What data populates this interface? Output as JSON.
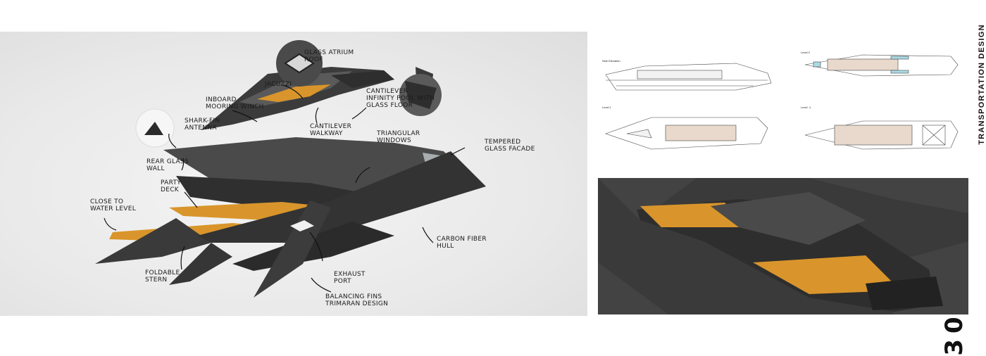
{
  "hero_annotations": {
    "glass_atrium_roof": "Glass Atrium\nRoof",
    "jacuzzi": "Jacuzzi",
    "inboard_mooring_winch": "Inboard\nMooring winch",
    "cantilever_pool": "Cantilever\nInfinity pool with\nGlass Floor",
    "cantilever_walkway": "Cantilever\nWalkway",
    "shark_fin_antenna": "Shark-fin\nAntenna",
    "triangular_windows": "Triangular\nWindows",
    "tempered_glass_facade": "Tempered\nGlass facade",
    "rear_glass_wall": "Rear Glass\nWall",
    "party_deck": "Party\nDeck",
    "close_to_water_level": "Close to\nwater level",
    "carbon_fiber_hull": "Carbon fiber\nHull",
    "foldable_stern": "Foldable\nStern",
    "exhaust_port": "Exhaust\nPort",
    "balancing_fins": "Balancing Fins\nTrimaran Design"
  },
  "plans": {
    "side_elevation": "Side Elevation",
    "level_0": "Level 0",
    "level_1": "Level 1",
    "level_minus_1": "Level -1"
  },
  "sidebar_title": "TRANSPORTATION DESIGN",
  "page_number": "30",
  "colors": {
    "hull": "#3b3b3b",
    "wood": "#d9952b",
    "render_bg": "#3a3a3a",
    "plan_floor": "#e8d9cc",
    "plan_glass": "#a9dbe6"
  }
}
